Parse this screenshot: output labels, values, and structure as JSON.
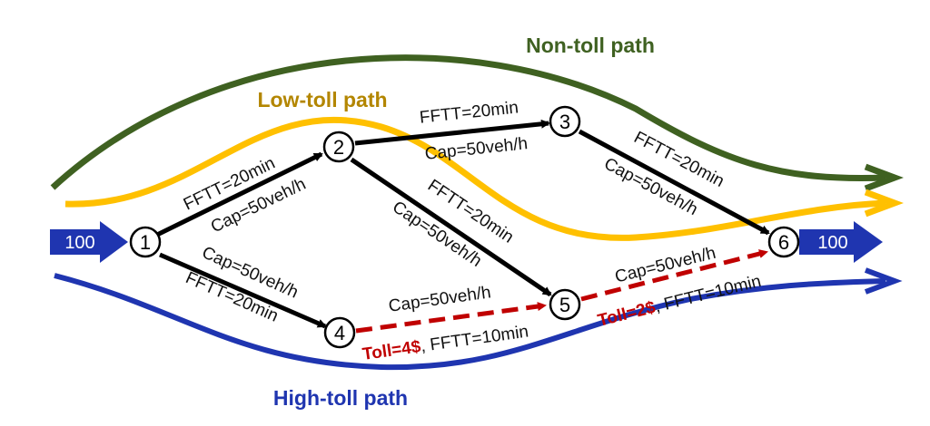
{
  "paths": {
    "non_toll": {
      "label": "Non-toll path",
      "color": "#3f6121"
    },
    "low_toll": {
      "label": "Low-toll path",
      "color": "#b38600",
      "curve_color": "#ffc000"
    },
    "high_toll": {
      "label": "High-toll path",
      "color": "#1f35b0"
    }
  },
  "nodes": {
    "n1": "1",
    "n2": "2",
    "n3": "3",
    "n4": "4",
    "n5": "5",
    "n6": "6"
  },
  "flows": {
    "inflow": "100",
    "outflow": "100"
  },
  "links": {
    "l12": {
      "fftt": "FFTT=20min",
      "cap": "Cap=50veh/h"
    },
    "l14": {
      "fftt": "FFTT=20min",
      "cap": "Cap=50veh/h"
    },
    "l23": {
      "fftt": "FFTT=20min",
      "cap": "Cap=50veh/h"
    },
    "l25": {
      "fftt": "FFTT=20min",
      "cap": "Cap=50veh/h"
    },
    "l36": {
      "fftt": "FFTT=20min",
      "cap": "Cap=50veh/h"
    },
    "l45": {
      "cap": "Cap=50veh/h",
      "toll": "Toll=4$",
      "fftt": ", FFTT=10min"
    },
    "l56": {
      "cap": "Cap=50veh/h",
      "toll": "Toll=2$",
      "fftt": ", FFTT=10min"
    }
  }
}
